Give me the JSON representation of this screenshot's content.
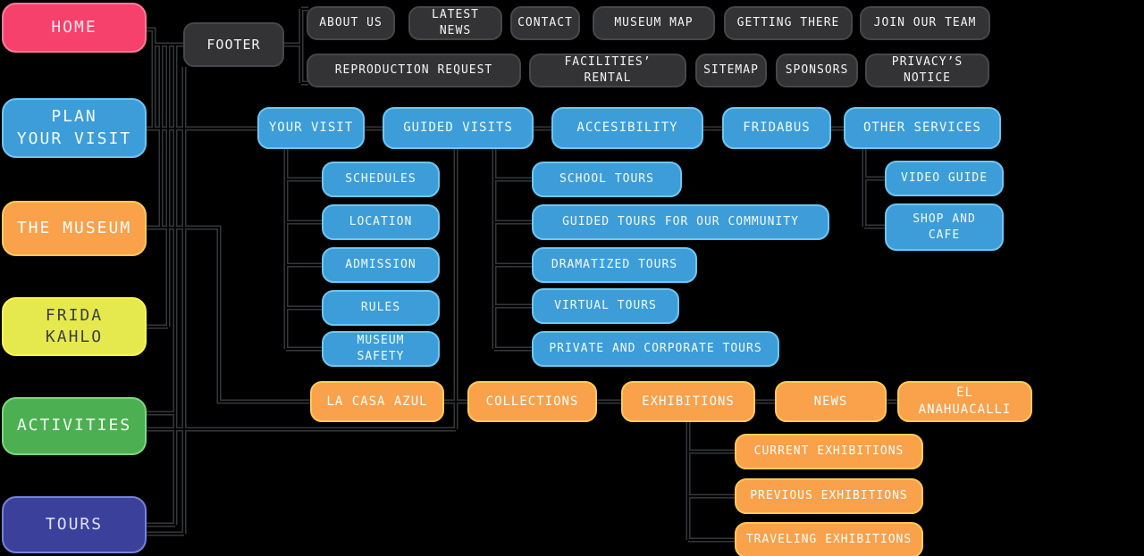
{
  "palette": {
    "background": "#000000",
    "line": "#34373A",
    "pink": "#F6416C",
    "pink_border": "#FF7A97",
    "blue": "#3D9DD8",
    "blue_border": "#6AC8F3",
    "orange": "#F9A14B",
    "orange_border": "#FFCB55",
    "yellow": "#E6E94E",
    "yellow_border": "#F8F64E",
    "green": "#4CAF52",
    "green_border": "#7CD97F",
    "indigo": "#3B409B",
    "indigo_border": "#7583DB",
    "dark": "#333336",
    "dark_border": "#46474B"
  },
  "nav": {
    "home": "HOME",
    "plan_your_visit": "PLAN\nYOUR VISIT",
    "the_museum": "THE MUSEUM",
    "frida_kahlo": "FRIDA\nKAHLO",
    "activities": "ACTIVITIES",
    "tours": "TOURS"
  },
  "footer": {
    "label": "FOOTER",
    "row1": [
      "ABOUT US",
      "LATEST NEWS",
      "CONTACT",
      "MUSEUM MAP",
      "GETTING THERE",
      "JOIN OUR TEAM"
    ],
    "row2": [
      "REPRODUCTION REQUEST",
      "FACILITIES’ RENTAL",
      "SITEMAP",
      "SPONSORS",
      "PRIVACY’S NOTICE"
    ]
  },
  "plan_visit": {
    "row": [
      "YOUR VISIT",
      "GUIDED VISITS",
      "ACCESIBILITY",
      "FRIDABUS",
      "OTHER SERVICES"
    ],
    "your_visit_children": [
      "SCHEDULES",
      "LOCATION",
      "ADMISSION",
      "RULES",
      "MUSEUM SAFETY"
    ],
    "guided_visits_children": [
      "SCHOOL TOURS",
      "GUIDED TOURS FOR OUR COMMUNITY",
      "DRAMATIZED TOURS",
      "VIRTUAL TOURS",
      "PRIVATE AND CORPORATE TOURS"
    ],
    "other_services_children": [
      "VIDEO GUIDE",
      "SHOP AND CAFE"
    ]
  },
  "museum": {
    "row": [
      "LA CASA AZUL",
      "COLLECTIONS",
      "EXHIBITIONS",
      "NEWS",
      "EL ANAHUACALLI"
    ],
    "exhibitions_children": [
      "CURRENT EXHIBITIONS",
      "PREVIOUS EXHIBITIONS",
      "TRAVELING EXHIBITIONS"
    ]
  }
}
